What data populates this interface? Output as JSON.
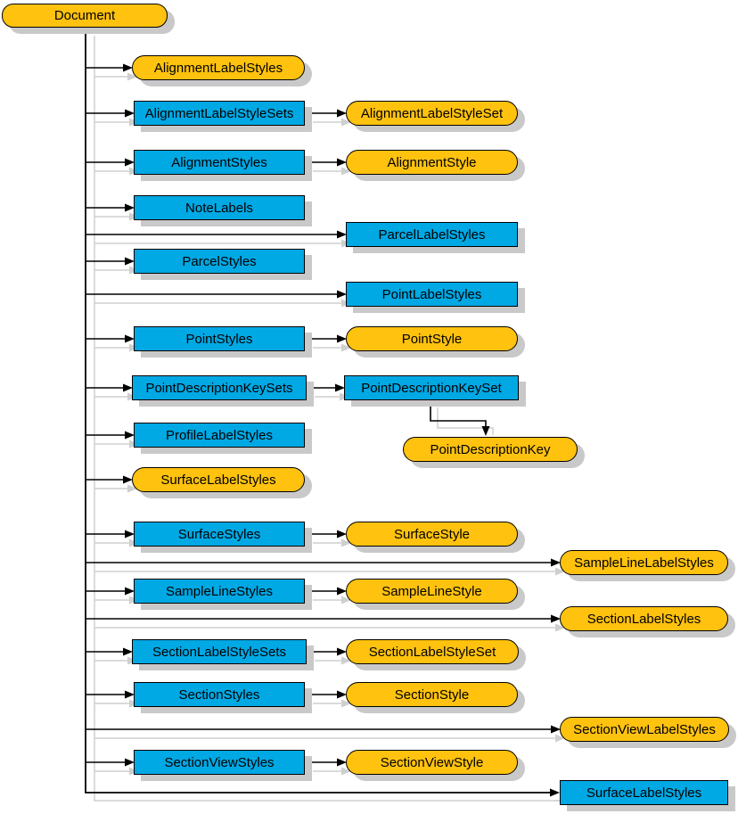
{
  "diagram": {
    "description": "Document object model tree diagram",
    "colors": {
      "collection_blue": "#00a8e4",
      "object_yellow": "#ffc20e",
      "line_black": "#000000",
      "shadow_gray": "#c9c9c9",
      "shadow_line_gray": "#cfcfcf",
      "background": "#ffffff",
      "text": "#000000"
    },
    "nodes": {
      "document": {
        "label": "Document",
        "type": "object"
      },
      "alignment_label_styles": {
        "label": "AlignmentLabelStyles",
        "type": "object"
      },
      "alignment_label_style_sets": {
        "label": "AlignmentLabelStyleSets",
        "type": "collection"
      },
      "alignment_label_style_set": {
        "label": "AlignmentLabelStyleSet",
        "type": "object"
      },
      "alignment_styles": {
        "label": "AlignmentStyles",
        "type": "collection"
      },
      "alignment_style": {
        "label": "AlignmentStyle",
        "type": "object"
      },
      "note_labels": {
        "label": "NoteLabels",
        "type": "collection"
      },
      "parcel_label_styles": {
        "label": "ParcelLabelStyles",
        "type": "collection"
      },
      "parcel_styles": {
        "label": "ParcelStyles",
        "type": "collection"
      },
      "point_label_styles": {
        "label": "PointLabelStyles",
        "type": "collection"
      },
      "point_styles": {
        "label": "PointStyles",
        "type": "collection"
      },
      "point_style": {
        "label": "PointStyle",
        "type": "object"
      },
      "point_description_key_sets": {
        "label": "PointDescriptionKeySets",
        "type": "collection"
      },
      "point_description_key_set": {
        "label": "PointDescriptionKeySet",
        "type": "collection"
      },
      "point_description_key": {
        "label": "PointDescriptionKey",
        "type": "object"
      },
      "profile_label_styles": {
        "label": "ProfileLabelStyles",
        "type": "collection"
      },
      "surface_label_styles": {
        "label": "SurfaceLabelStyles",
        "type": "object"
      },
      "surface_styles": {
        "label": "SurfaceStyles",
        "type": "collection"
      },
      "surface_style": {
        "label": "SurfaceStyle",
        "type": "object"
      },
      "sample_line_label_styles": {
        "label": "SampleLineLabelStyles",
        "type": "object"
      },
      "sample_line_styles": {
        "label": "SampleLineStyles",
        "type": "collection"
      },
      "sample_line_style": {
        "label": "SampleLineStyle",
        "type": "object"
      },
      "section_label_styles": {
        "label": "SectionLabelStyles",
        "type": "object"
      },
      "section_label_style_sets": {
        "label": "SectionLabelStyleSets",
        "type": "collection"
      },
      "section_label_style_set": {
        "label": "SectionLabelStyleSet",
        "type": "object"
      },
      "section_styles": {
        "label": "SectionStyles",
        "type": "collection"
      },
      "section_style": {
        "label": "SectionStyle",
        "type": "object"
      },
      "section_view_label_styles": {
        "label": "SectionViewLabelStyles",
        "type": "object"
      },
      "section_view_styles": {
        "label": "SectionViewStyles",
        "type": "collection"
      },
      "section_view_style": {
        "label": "SectionViewStyle",
        "type": "object"
      },
      "surface_label_styles_bottom": {
        "label": "SurfaceLabelStyles",
        "type": "collection"
      }
    }
  }
}
